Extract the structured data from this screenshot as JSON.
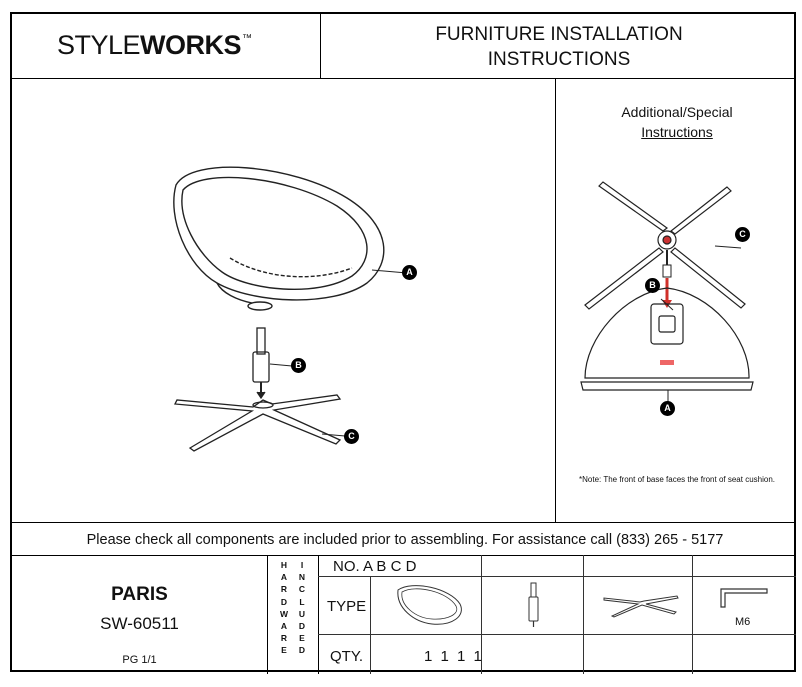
{
  "header": {
    "brand_light": "STYLE",
    "brand_bold": "WORKS",
    "brand_tm": "™",
    "title_line1": "FURNITURE INSTALLATION",
    "title_line2": "INSTRUCTIONS"
  },
  "diagram": {
    "callouts": [
      "A",
      "B",
      "C"
    ]
  },
  "special": {
    "heading_line1": "Additional/Special",
    "heading_line2": "Instructions",
    "note": "*Note: The front of base faces the front of seat cushion.",
    "callouts": [
      "A",
      "B",
      "C"
    ]
  },
  "check_text": "Please check all components are included prior to assembling. For assistance call (833) 265 - 5177",
  "product": {
    "name": "PARIS",
    "sku": "SW-60511",
    "page": "PG 1/1"
  },
  "hardware_vertical": {
    "col1": [
      "H",
      "A",
      "R",
      "D",
      "W",
      "A",
      "R",
      "E"
    ],
    "col2": [
      "I",
      "N",
      "C",
      "L",
      "U",
      "D",
      "E",
      "D"
    ]
  },
  "parts_table": {
    "row_no_label": "NO.",
    "row_no_values": [
      "A",
      "B",
      "C",
      "D"
    ],
    "row_type_label": "TYPE",
    "row_qty_label": "QTY.",
    "row_qty_values": [
      "1",
      "1",
      "1",
      "1"
    ],
    "hardware_label": "M6"
  },
  "colors": {
    "line": "#000000",
    "red_arrow": "#d0302a"
  }
}
